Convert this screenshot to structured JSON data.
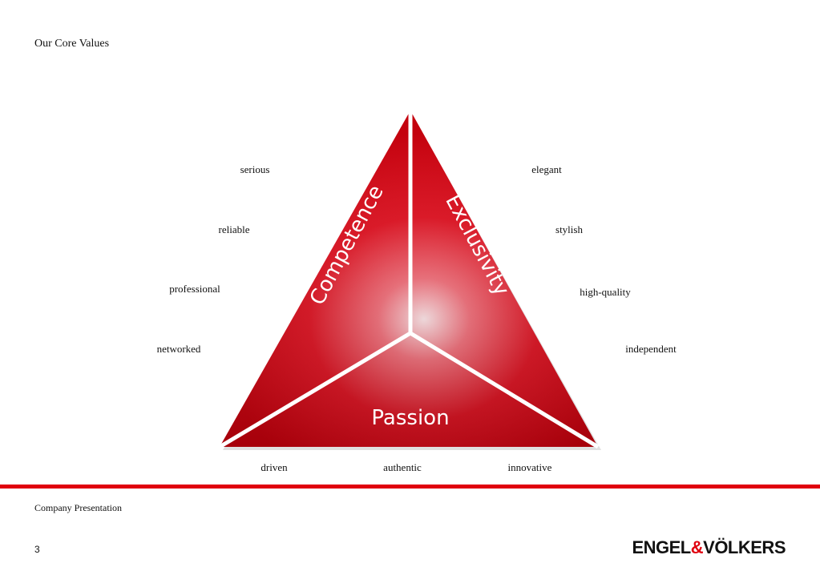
{
  "slide": {
    "title": "Our Core Values",
    "footer": "Company Presentation",
    "page_number": "3"
  },
  "triangle": {
    "left_label": "Competence",
    "right_label": "Exclusivity",
    "bottom_label": "Passion",
    "color": "#d9000d"
  },
  "competence_words": [
    "serious",
    "reliable",
    "professional",
    "networked"
  ],
  "exclusivity_words": [
    "elegant",
    "stylish",
    "high-quality",
    "independent"
  ],
  "passion_words": [
    "driven",
    "authentic",
    "innovative"
  ],
  "logo": {
    "part1": "ENGEL",
    "amp": "&",
    "part2": "VÖLKERS"
  },
  "colors": {
    "accent": "#e0000f"
  }
}
